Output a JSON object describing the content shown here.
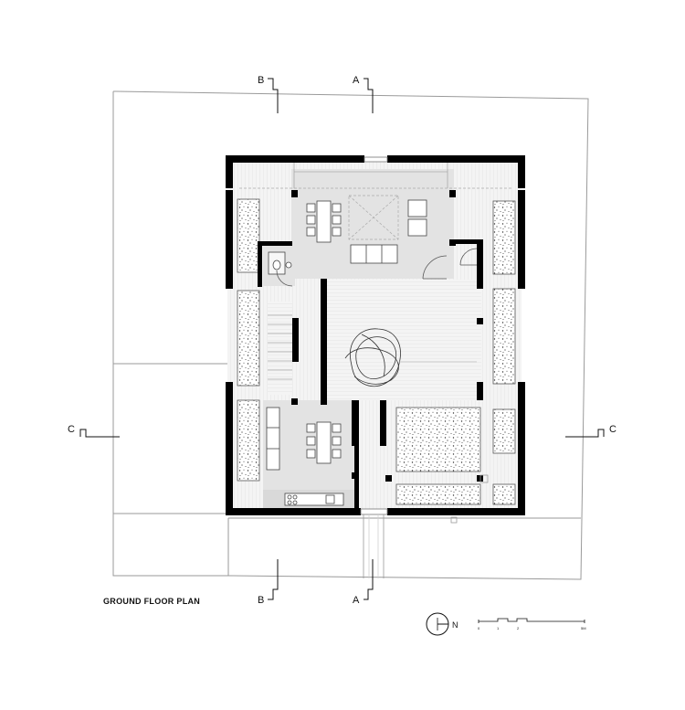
{
  "title": "GROUND FLOOR PLAN",
  "section_marks": {
    "a": "A",
    "b": "B",
    "c": "C"
  },
  "north_label": "N",
  "scale_bar": {
    "ticks": [
      "0",
      "1",
      "2",
      "5M"
    ]
  },
  "colors": {
    "wall": "#000000",
    "floor": "#e6e6e6",
    "deck": "#f3f3f3",
    "line": "#9a9a9a"
  }
}
